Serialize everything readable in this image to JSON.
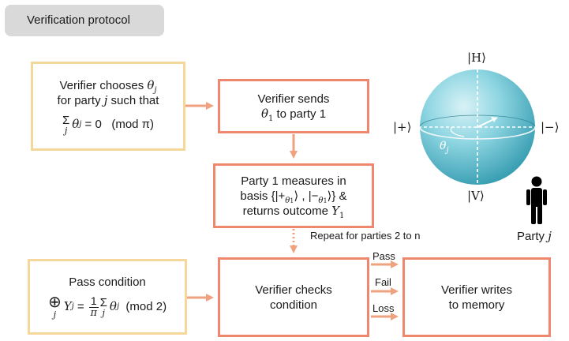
{
  "header": {
    "title": "Verification protocol"
  },
  "boxes": {
    "choose": {
      "line1": "Verifier chooses",
      "theta_j": "θ",
      "j": "j",
      "line2a": "for party ",
      "line2b": " such that",
      "sum_sym": "Σ",
      "sum_idx": "j",
      "eq_rest": " = 0   (mod π)"
    },
    "sends": {
      "line1": "Verifier sends",
      "theta": "θ",
      "sub1": "1",
      "line2": " to party 1"
    },
    "measures": {
      "line1": "Party 1 measures in",
      "line2a": "basis {|+",
      "line2b": "⟩ , |−",
      "line2c": "⟩} &",
      "theta": "θ",
      "sub1": "1",
      "line3a": "returns outcome ",
      "Y": "Y",
      "Ysub": "1"
    },
    "pass_condition": {
      "title": "Pass condition",
      "oplus": "⊕",
      "j": "j",
      "Y": "Y",
      "eq": " = ",
      "frac_num": "1",
      "frac_den": "π",
      "sum_sym": "Σ",
      "sum_idx": "j",
      "theta": "θ",
      "mod": "  (mod 2)"
    },
    "checks": {
      "line1": "Verifier checks",
      "line2": "condition"
    },
    "writes": {
      "line1": "Verifier writes",
      "line2": "to memory"
    }
  },
  "arrows": {
    "repeat_label": "Repeat for parties 2 to n",
    "pass": "Pass",
    "fail": "Fail",
    "loss": "Loss"
  },
  "bloch": {
    "top": "|H⟩",
    "bottom": "|V⟩",
    "left": "|+⟩",
    "right": "|−⟩",
    "angle_theta": "θ",
    "angle_sub": "j"
  },
  "party": {
    "label_a": "Party ",
    "label_j": "j"
  },
  "colors": {
    "tan": "#f6d79a",
    "orange": "#ee876d",
    "arrow": "#f0a17f",
    "sphere": "#7fcfdc"
  }
}
